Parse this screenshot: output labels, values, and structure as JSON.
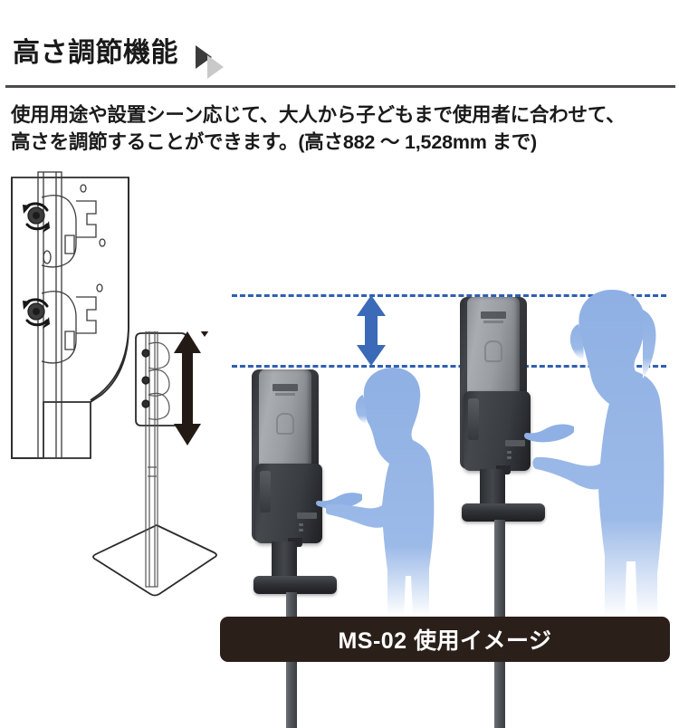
{
  "header": {
    "title": "高さ調節機能",
    "chevron_icon_dark": "chevron-right-dark",
    "chevron_icon_light": "chevron-right-light",
    "rule_color": "#4d4a48"
  },
  "description": {
    "line1": "使用用途や設置シーン応じて、大人から子どもまで使用者に合わせて、",
    "line2": "高さを調節することができます。(高さ882 ～ 1,528mm まで)",
    "height_min_mm": "882",
    "height_max_mm": "1,528"
  },
  "illustration": {
    "left_diagram": {
      "name": "clamp-detail-line-drawing",
      "description": "ポールのクランプ固定部 拡大図",
      "rotation_arrows": 2
    },
    "stand_diagram": {
      "name": "stand-line-drawing",
      "description": "スタンド全体 高さ調節範囲",
      "adjust_arrow": "up-down-arrow"
    },
    "guides": {
      "top_line_label": "最大高さライン",
      "bottom_line_label": "最小高さライン",
      "dash_color": "#2f5fb0"
    },
    "height_arrow": {
      "name": "height-range-arrow",
      "color": "#3a6ab8"
    },
    "dispensers": [
      {
        "id": "dispenser-child",
        "label": "低位置設置（子ども向け）"
      },
      {
        "id": "dispenser-adult",
        "label": "高位置設置（大人向け）"
      }
    ],
    "people": [
      {
        "id": "person-child",
        "label": "子ども シルエット",
        "color": "#8fb0e4"
      },
      {
        "id": "person-adult",
        "label": "大人 シルエット",
        "color": "#8fb0e4"
      }
    ]
  },
  "caption": {
    "text": "MS-02 使用イメージ",
    "model": "MS-02",
    "bar_color": "#2b1f1a",
    "text_color": "#ffffff"
  }
}
